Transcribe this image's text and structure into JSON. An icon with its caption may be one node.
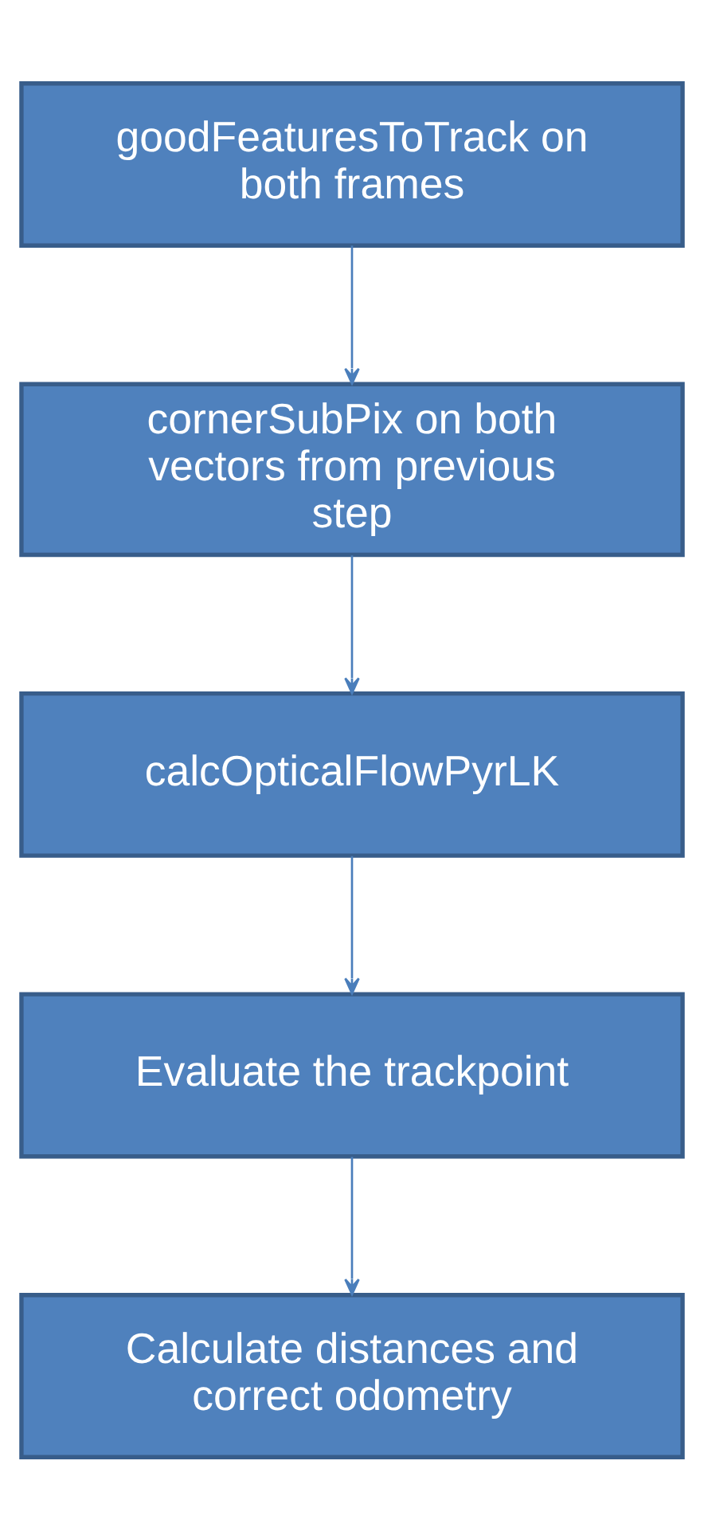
{
  "diagram": {
    "nodes": [
      {
        "text": [
          "goodFeaturesToTrack on both frames"
        ]
      },
      {
        "text": [
          "cornerSubPix on both vectors from previous step"
        ]
      },
      {
        "text": [
          "calcOpticalFlowPyrLK"
        ]
      },
      {
        "text": [
          "Evaluate the trackpoint"
        ]
      },
      {
        "text": [
          "Calculate distances and correct odometry"
        ]
      }
    ],
    "edges": [
      {
        "from": 0,
        "to": 1,
        "arrow": "to"
      },
      {
        "from": 1,
        "to": 2,
        "arrow": "to"
      },
      {
        "from": 2,
        "to": 3,
        "arrow": "to"
      },
      {
        "from": 3,
        "to": 4,
        "arrow": "to"
      }
    ]
  }
}
